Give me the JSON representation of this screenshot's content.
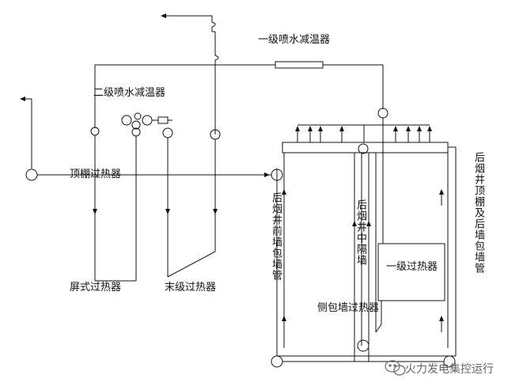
{
  "labels": {
    "primary_spray": "一级喷水减温器",
    "secondary_spray": "二级喷水减温器",
    "roof_superheater": "顶棚过热器",
    "rear_shaft_front_wall": "后烟井前墙包墙管",
    "rear_shaft_mid_wall": "后烟井中隔墙",
    "primary_superheater": "一级过热器",
    "side_wall_superheater": "侧包墙过热器",
    "platen_superheater": "屏式过热器",
    "final_superheater": "末级过热器",
    "rear_shaft_roof_rear_wall": "后烟井顶棚及后墙包墙管"
  },
  "watermark": {
    "text": "火力发电集控运行",
    "icon": "wechat-icon"
  },
  "colors": {
    "line": "#111111",
    "background": "#ffffff",
    "watermark": "#666666"
  }
}
